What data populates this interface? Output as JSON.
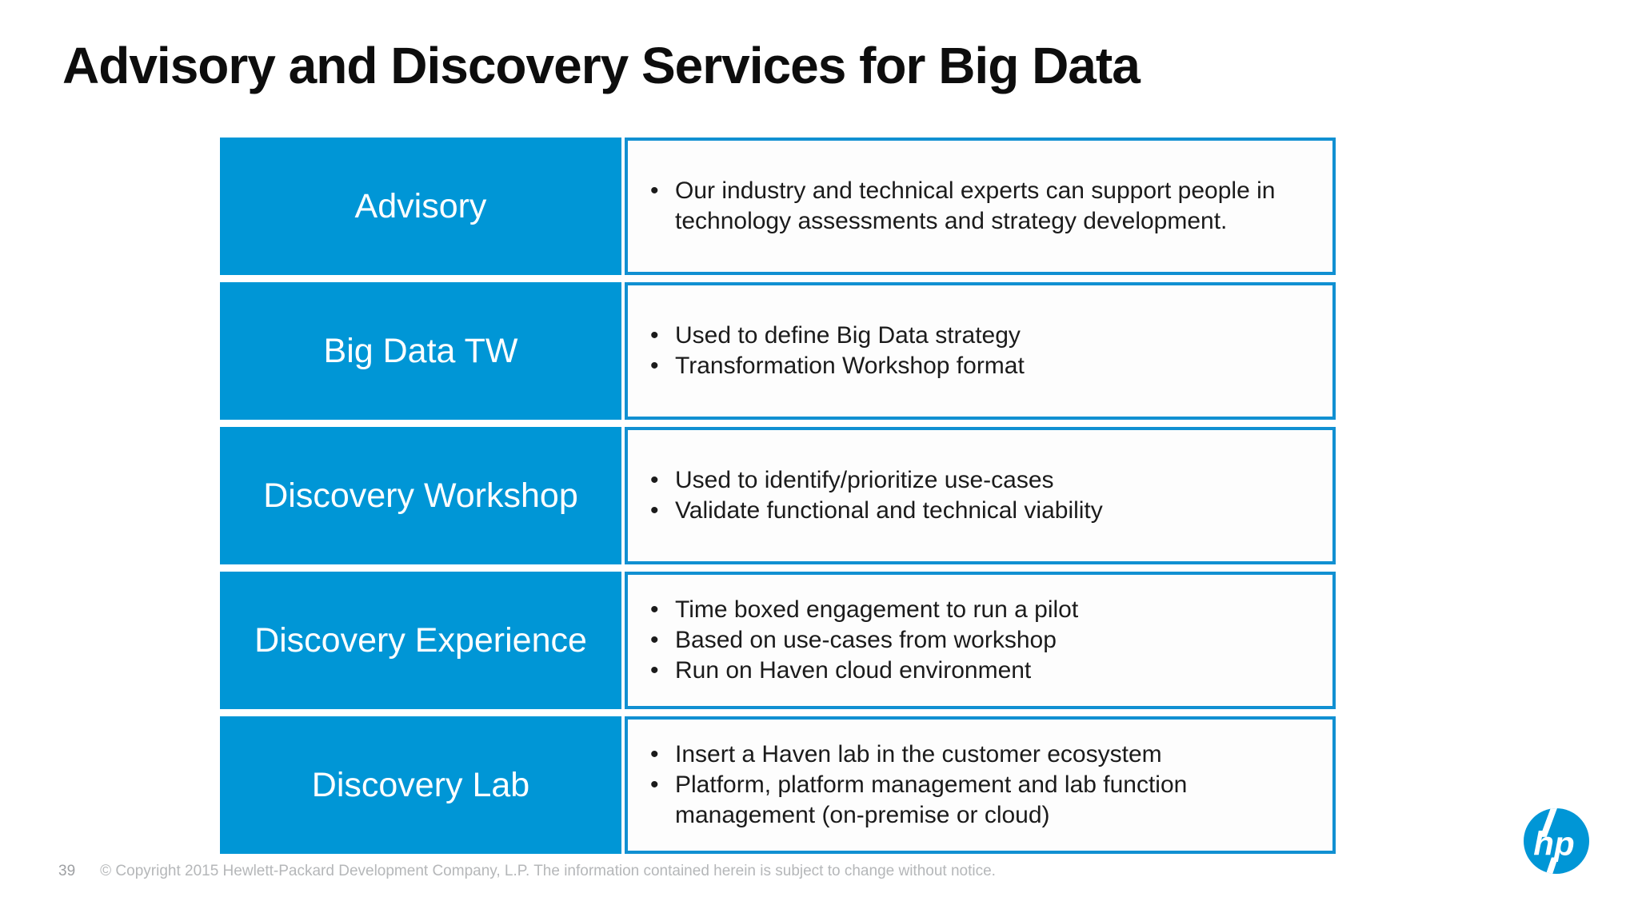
{
  "slide": {
    "title": "Advisory and Discovery Services for Big Data"
  },
  "services": [
    {
      "label": "Advisory",
      "bullets": [
        "Our industry and technical experts can support people in technology assessments and strategy development."
      ]
    },
    {
      "label": "Big Data TW",
      "bullets": [
        "Used to define Big Data strategy",
        "Transformation Workshop format"
      ]
    },
    {
      "label": "Discovery Workshop",
      "bullets": [
        "Used to identify/prioritize use-cases",
        "Validate functional and technical viability"
      ]
    },
    {
      "label": "Discovery Experience",
      "bullets": [
        "Time boxed engagement to run a pilot",
        "Based on use-cases from workshop",
        "Run on Haven cloud environment"
      ]
    },
    {
      "label": "Discovery Lab",
      "bullets": [
        "Insert a Haven lab in the customer ecosystem",
        "Platform, platform management and lab function management (on-premise or cloud)"
      ]
    }
  ],
  "footer": {
    "page_number": "39",
    "copyright": "© Copyright 2015 Hewlett-Packard Development Company, L.P.  The information contained herein is subject to change without notice."
  },
  "logo": {
    "name": "hp-logo"
  },
  "colors": {
    "accent_blue": "#0096d6",
    "box_border_blue": "#1190d2",
    "title_text": "#0d0d0d",
    "body_text": "#1b1b1b",
    "footer_text": "#b5b7b9"
  }
}
